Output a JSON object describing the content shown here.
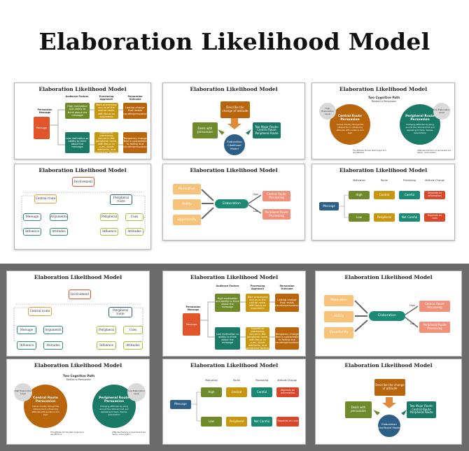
{
  "page_title": "Elaboration Likelihood Model",
  "slide_title": "Elaboration Likelihood Model",
  "colors": {
    "orange": "#e2542a",
    "green": "#6e8a2a",
    "gold": "#c8960f",
    "brown": "#b8650c",
    "teal": "#1a7a66",
    "navy": "#2e5f86",
    "salmon": "#f0907a",
    "peach": "#f7c27a",
    "dark_teal": "#2e8c7c",
    "red_orange": "#d9472a"
  },
  "slide_a": {
    "main": "Persuasion Message",
    "message": "Message",
    "col1": "Audience Factors",
    "col2": "Processing Approach",
    "col3": "Persuasion Outcome",
    "r1": [
      "High motivation and ability to think about the message",
      "Both processing occurs at the central route, with focus on arguments",
      "Lasting change that resists counterpersuasion"
    ],
    "r2": [
      "Low motivation or ability to think about the message",
      "Superficial processing occurs in the peripheral route, with focus on cues, visual elements, and peripheral factors",
      "Temporary change that is susceptible to fading and counterpersuasion"
    ]
  },
  "slide_b": {
    "top": "Describe the change of attitude",
    "left": "Deals with persuasion",
    "right": "Two Major Route: Central Route Peripheral Route",
    "center": "Elaboration Likelihood Model"
  },
  "slide_c": {
    "heading": "Two Cognitive Path",
    "sub": "Routes to Persuasion",
    "high": "High Elaboration Level",
    "low": "Low Elaboration Level",
    "central_title": "Central Route Persuasion",
    "central_text": "Comes directly through the rational mind, influencing attitudes with evidence and logic",
    "peripheral_title": "Peripheral Route Persuasion",
    "peripheral_text": "Changing attitudes by going around the rational mind and appealing to fears, desires, associations",
    "note1": "The attitude formed lasts longer and are effective",
    "note2": "Attitudes that are not permanent are happy, unsuccessful"
  },
  "slide_d": {
    "top": "Involvement",
    "central": "Central route",
    "peripheral": "Peripheral route",
    "items": [
      "Message",
      "Arguments",
      "Peripheral",
      "Cues",
      "Influence",
      "Attitudes",
      "Influence",
      "Attitudes"
    ]
  },
  "slide_e": {
    "inputs": [
      "Motivation",
      "Ability",
      "Opportunity"
    ],
    "center": "Elaboration",
    "high": "High",
    "low": "Low",
    "out1": "Central Route Processing",
    "out2": "Peripheral Route Processing"
  },
  "slide_f": {
    "cols": [
      "Motivation",
      "Route",
      "Processing",
      "Attitude Change"
    ],
    "message": "Message",
    "row1": [
      "High",
      "Central",
      "Careful",
      "Depends on information"
    ],
    "row2": [
      "Low",
      "Peripheral",
      "Not Careful",
      "Depends on cues"
    ]
  }
}
